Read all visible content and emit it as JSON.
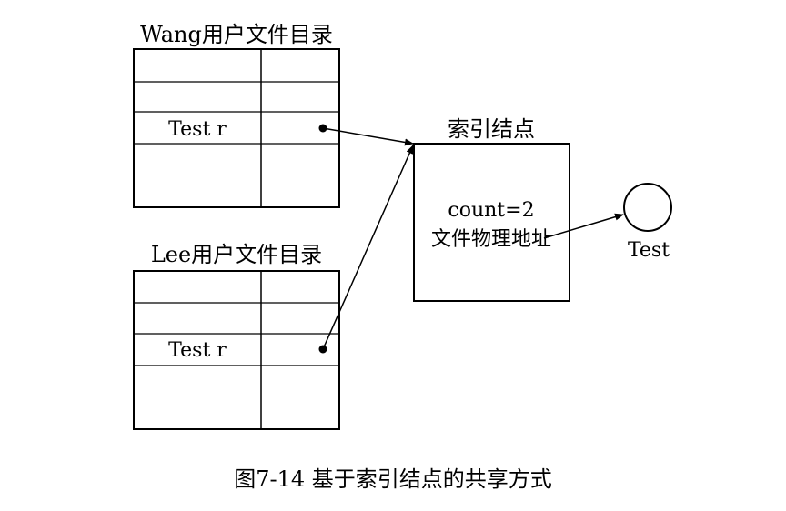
{
  "diagram": {
    "wang_table": {
      "title": "Wang用户文件目录",
      "entry_name": "Test r"
    },
    "lee_table": {
      "title": "Lee用户文件目录",
      "entry_name": "Test r"
    },
    "index_node": {
      "title": "索引结点",
      "count_text": "count=2",
      "address_text": "文件物理地址"
    },
    "file_node": {
      "label": "Test"
    },
    "caption": "图7-14 基于索引结点的共享方式"
  }
}
